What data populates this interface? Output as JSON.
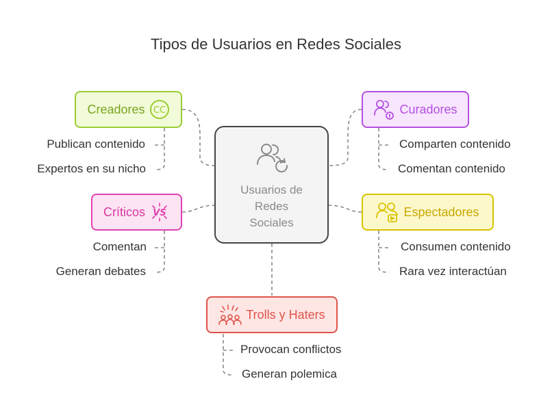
{
  "title": "Tipos de Usuarios en Redes Sociales",
  "center": {
    "label_line1": "Usuarios de",
    "label_line2": "Redes",
    "label_line3": "Sociales",
    "icon": "users-refresh-icon"
  },
  "nodes": {
    "creadores": {
      "label": "Creadores",
      "icon": "creative-commons-icon",
      "color": "#9acd32",
      "bg": "#f2fbd9",
      "items": [
        "Publican contenido",
        "Expertos en su nicho"
      ]
    },
    "curadores": {
      "label": "Curadores",
      "icon": "users-info-icon",
      "color": "#b44fe0",
      "bg": "#f7e6fd",
      "items": [
        "Comparten contenido",
        "Comentan contenido"
      ]
    },
    "criticos": {
      "label": "Críticos",
      "icon": "versus-icon",
      "color": "#e040b0",
      "bg": "#fce4f4",
      "items": [
        "Comentan",
        "Generan debates"
      ]
    },
    "espectadores": {
      "label": "Espectadores",
      "icon": "users-video-icon",
      "color": "#d9c200",
      "bg": "#fdf8cc",
      "items": [
        "Consumen contenido",
        "Rara vez interactúan"
      ]
    },
    "trolls": {
      "label": "Trolls y Haters",
      "icon": "crowd-fireworks-icon",
      "color": "#e0534a",
      "bg": "#fde6e4",
      "items": [
        "Provocan conflictos",
        "Generan polemica"
      ]
    }
  }
}
